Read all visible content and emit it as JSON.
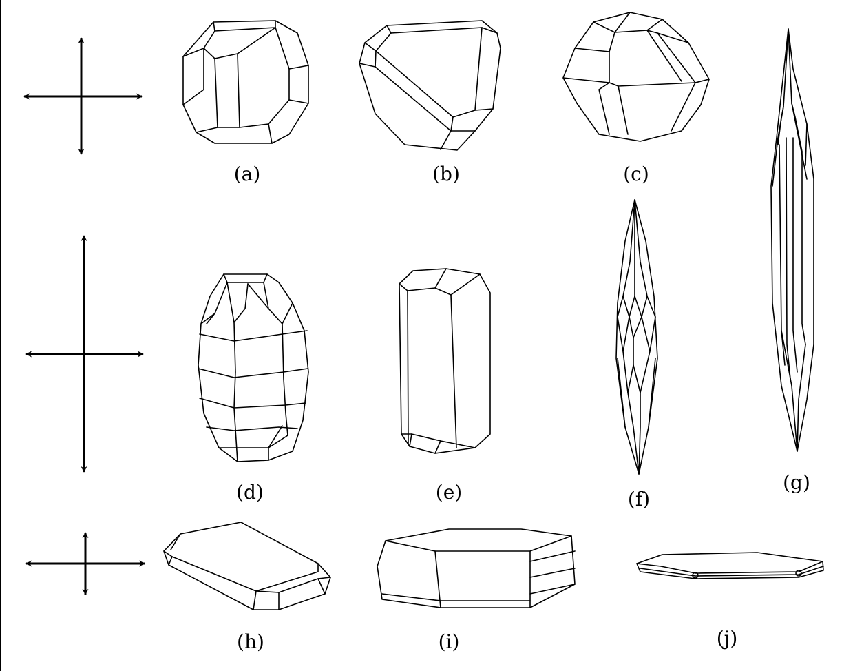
{
  "figure": {
    "rows": [
      {
        "id": "row-1",
        "crystals": [
          {
            "id": "a",
            "label": "(a)"
          },
          {
            "id": "b",
            "label": "(b)"
          },
          {
            "id": "c",
            "label": "(c)"
          }
        ]
      },
      {
        "id": "row-2",
        "crystals": [
          {
            "id": "d",
            "label": "(d)"
          },
          {
            "id": "e",
            "label": "(e)"
          },
          {
            "id": "f",
            "label": "(f)"
          },
          {
            "id": "g",
            "label": "(g)"
          }
        ]
      },
      {
        "id": "row-3",
        "crystals": [
          {
            "id": "h",
            "label": "(h)"
          },
          {
            "id": "i",
            "label": "(i)"
          },
          {
            "id": "j",
            "label": "(j)"
          }
        ]
      }
    ],
    "line_color": "#000000",
    "background": "#ffffff"
  }
}
